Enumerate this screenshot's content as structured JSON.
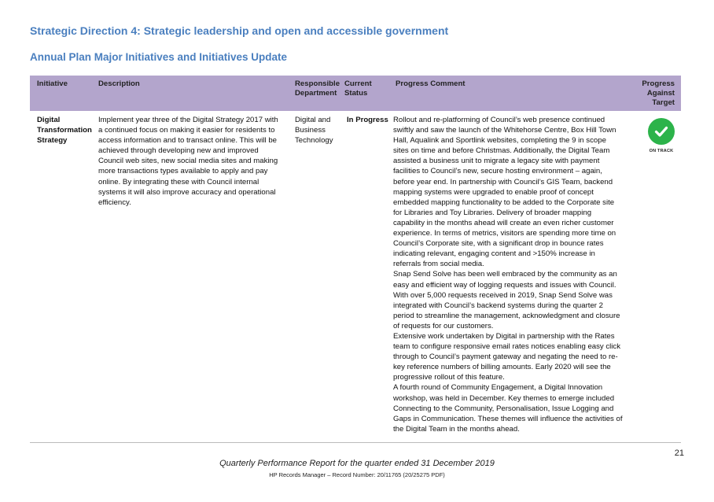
{
  "heading": "Strategic Direction 4: Strategic leadership and open and accessible government",
  "subheading": "Annual Plan Major Initiatives and Initiatives Update",
  "table": {
    "headers": {
      "initiative": "Initiative",
      "description": "Description",
      "responsible": "Responsible Department",
      "status": "Current Status",
      "comment": "Progress Comment",
      "target": "Progress Against Target"
    },
    "row": {
      "initiative": "Digital Transformation Strategy",
      "description_lines": [
        "Implement year three of the Digital Strategy 2017 with",
        "a continued focus on making it easier for residents to",
        "access information and to transact online. This will be",
        "achieved through developing new and improved",
        "Council web sites, new social media sites and making",
        "more transactions types available to apply and pay",
        "online. By integrating these with Council internal",
        "systems it will also improve accuracy and operational",
        "efficiency."
      ],
      "responsible": "Digital and Business Technology",
      "status": "In Progress",
      "comment_lines": [
        "Rollout and re-platforming of Council’s web presence continued",
        "swiftly and saw the launch of the Whitehorse Centre, Box Hill Town",
        "Hall, Aqualink and Sportlink websites, completing the 9 in scope",
        "sites on time and before Christmas.  Additionally, the Digital Team",
        "assisted a business unit to migrate a legacy site  with payment",
        "facilities to Council’s new, secure hosting environment – again,",
        "before year end. In partnership with Council’s GIS Team, backend",
        "mapping systems were upgraded to enable proof of concept",
        "embedded mapping functionality to be added to the Corporate site",
        "for Libraries and Toy Libraries. Delivery of broader mapping",
        "capability in the months ahead will create an even richer customer",
        "experience.  In terms of metrics, visitors are spending more time on",
        "Council’s Corporate site, with a significant drop in bounce rates",
        "indicating relevant, engaging content and >150% increase in",
        "referrals from social media.",
        "Snap Send Solve has been well embraced by the community as an",
        "easy and efficient way of logging requests and issues with Council.",
        "With over 5,000 requests received in 2019, Snap Send Solve was",
        "integrated with Council’s backend systems during the quarter 2",
        "period to streamline the management, acknowledgment and closure",
        "of requests for our customers.",
        "Extensive work undertaken by Digital in partnership with the Rates",
        "team to configure responsive email rates notices enabling easy click",
        "through to Council’s payment gateway and negating the need to re-",
        "key reference numbers of billing amounts.  Early 2020 will see the",
        "progressive rollout of this feature.",
        "A fourth round of Community Engagement, a Digital Innovation",
        "workshop, was held in December. Key themes to emerge included",
        "Connecting to the Community, Personalisation, Issue Logging and",
        "Gaps in Communication. These themes will influence the activities of",
        "the Digital Team in the months ahead."
      ],
      "target_label": "ON TRACK",
      "target_icon": "check-circle-icon",
      "target_color": "#2cb34a"
    }
  },
  "page_number": "21",
  "footer": "Quarterly Performance Report for the quarter ended 31 December 2019",
  "footer_sub": "HP Records Manager – Record Number: 20/11765 (20/25275 PDF)"
}
